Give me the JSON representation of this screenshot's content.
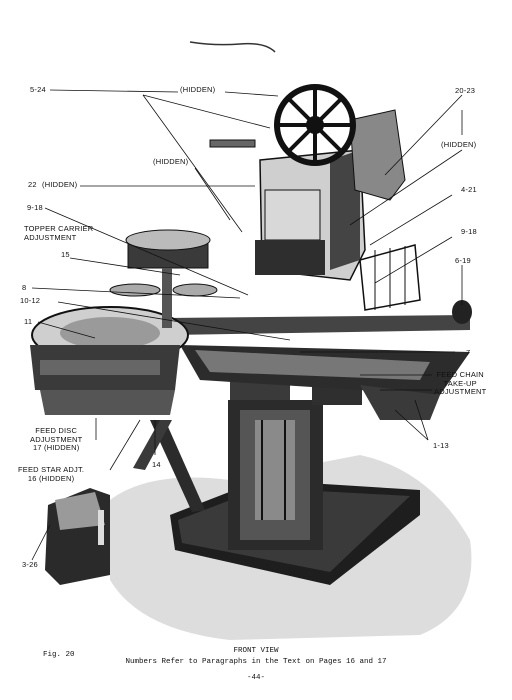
{
  "figure": {
    "number": "Fig. 20",
    "title": "FRONT VIEW",
    "subtitle": "Numbers Refer to Paragraphs in the Text on Pages 16 and 17",
    "page_number": "-44-"
  },
  "callouts": {
    "c5_24": "5-24",
    "hidden_top": "(HIDDEN)",
    "c20_23": "20-23",
    "hidden_right": "(HIDDEN)",
    "hidden_mid": "(HIDDEN)",
    "c22": "22",
    "hidden_22": "(HIDDEN)",
    "c4_21": "4-21",
    "c9_18_left": "9-18",
    "c9_18_right": "9-18",
    "topper_line1": "TOPPER CARRIER",
    "topper_line2": "ADJUSTMENT",
    "c15": "15",
    "c6_19": "6-19",
    "c8": "8",
    "c10_12": "10-12",
    "c11": "11",
    "c7": "7",
    "feed_chain_line1": "FEED CHAIN",
    "feed_chain_line2": "TAKE-UP",
    "feed_chain_line3": "ADJUSTMENT",
    "feed_disc_line1": "FEED DISC",
    "feed_disc_line2": "ADJUSTMENT",
    "feed_disc_line3": "17 (HIDDEN)",
    "c14": "14",
    "feed_star_line1": "FEED STAR ADJT.",
    "feed_star_line2": "16 (HIDDEN)",
    "c1_13": "1-13",
    "c3_26": "3-26"
  }
}
